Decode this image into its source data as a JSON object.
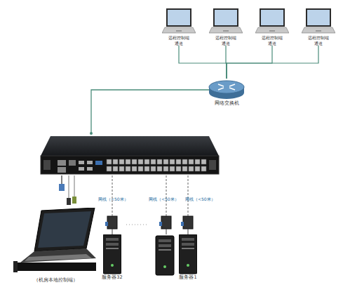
{
  "diagram": {
    "nodes": [
      {
        "text": [
          "远程控制端 通道"
        ]
      },
      {
        "text": [
          "远程控制端 通道"
        ]
      },
      {
        "text": [
          "远程控制端 通道"
        ]
      },
      {
        "text": [
          "远程控制端 通道"
        ]
      },
      {
        "text": [
          "网络交换机"
        ]
      },
      {
        "text": [
          "（机房本地控制端）"
        ]
      },
      {
        "text": [
          "服务器32"
        ]
      },
      {
        "text": [
          "服务器1"
        ]
      }
    ],
    "edges": [
      {
        "from": 0,
        "to": 4,
        "arrow": "none"
      },
      {
        "from": 1,
        "to": 4,
        "arrow": "none"
      },
      {
        "from": 2,
        "to": 4,
        "arrow": "none"
      },
      {
        "from": 3,
        "to": 4,
        "arrow": "none"
      }
    ],
    "labels": [
      "网线（<50米）",
      "网线（<50米）",
      "网线（<50米）"
    ]
  }
}
